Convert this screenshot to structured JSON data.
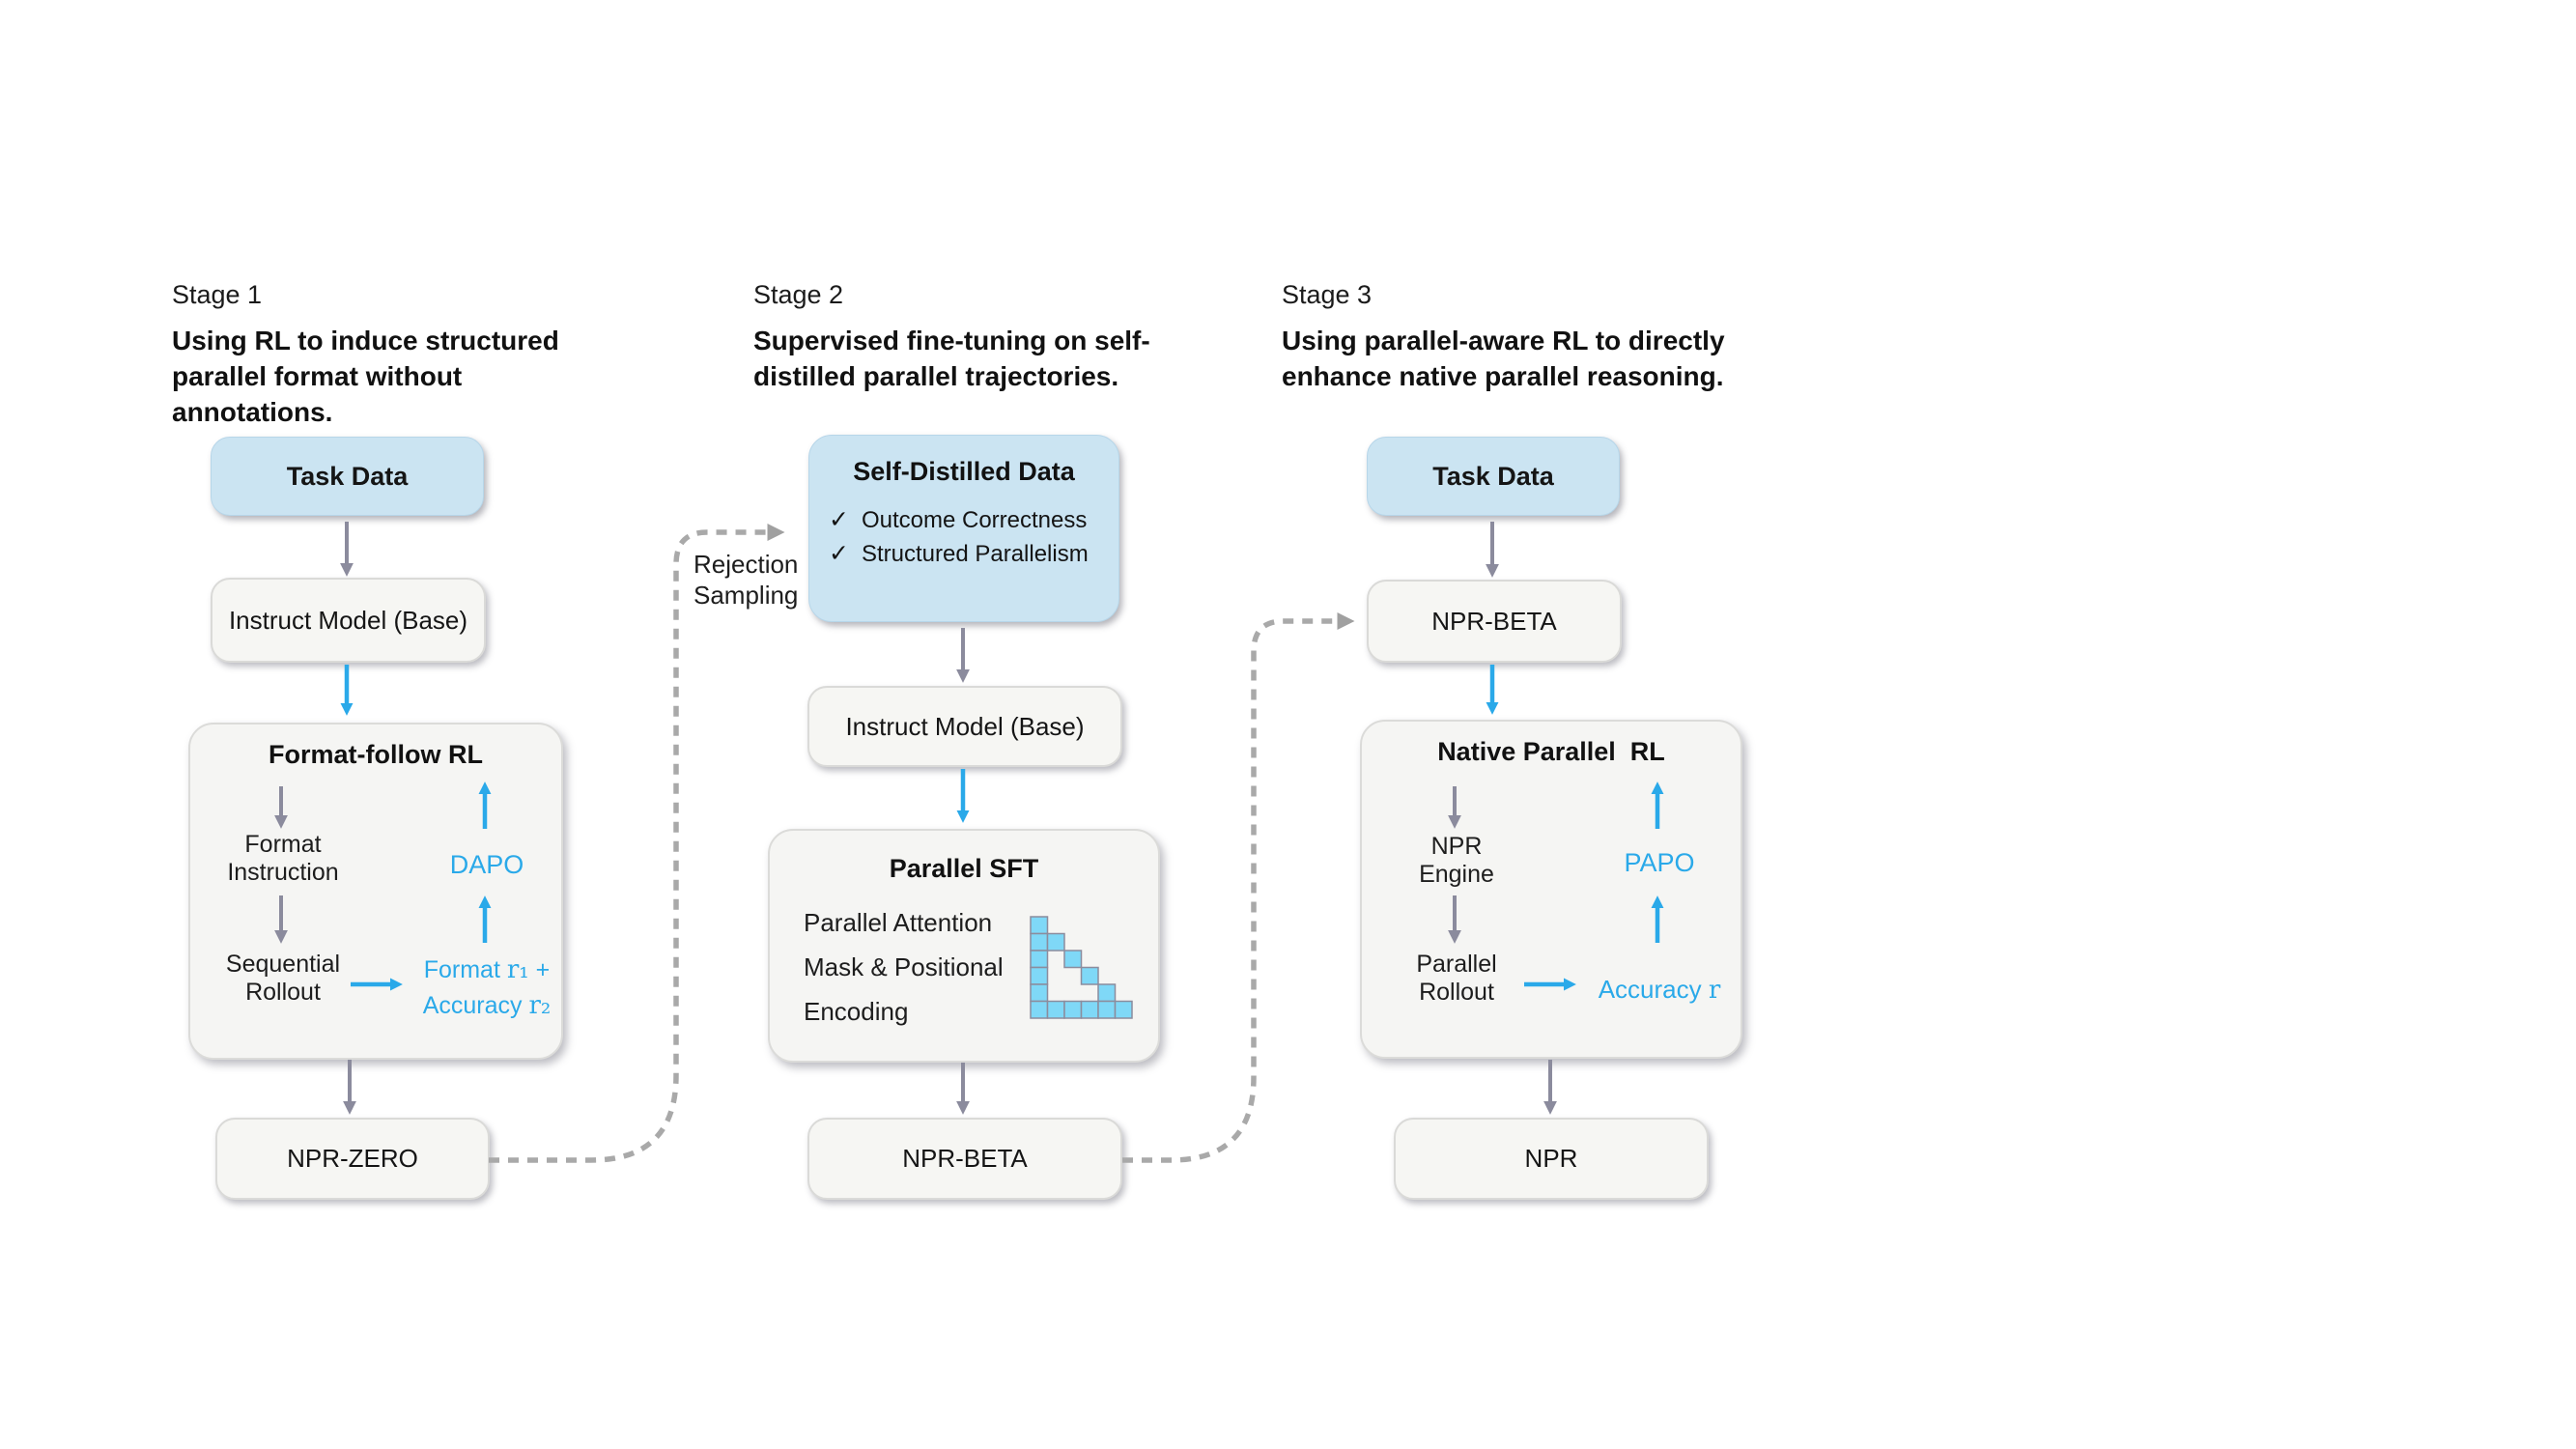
{
  "palette": {
    "accent_blue": "#2aa9e9",
    "light_blue_fill": "#cbe4f2",
    "gray_box_fill": "#f6f6f3",
    "gray_arrow": "#8b8b9d",
    "dashed_line": "#a9a9a9",
    "mask_cell_fill": "#7fd8f7"
  },
  "stage1": {
    "label": "Stage 1",
    "desc": "Using RL to induce structured parallel format without annotations.",
    "task_data": "Task Data",
    "instruct_model": "Instruct Model (Base)",
    "rl_box": {
      "title": "Format-follow RL",
      "step1": "Format Instruction",
      "step2": "Sequential Rollout",
      "algo": "DAPO",
      "reward_line1_text": "Format ",
      "reward_line1_math": "r₁",
      "reward_line1_tail": " +",
      "reward_line2_text": "Accuracy ",
      "reward_line2_math": "r₂"
    },
    "output": "NPR-ZERO"
  },
  "stage2": {
    "label": "Stage 2",
    "desc": "Supervised fine-tuning on self-distilled parallel trajectories.",
    "rejection_sampling": "Rejection Sampling",
    "data_box": {
      "title": "Self-Distilled Data",
      "check_glyph": "✓",
      "check1": "Outcome Correctness",
      "check2": "Structured Parallelism"
    },
    "instruct_model": "Instruct Model (Base)",
    "sft_box": {
      "title": "Parallel SFT",
      "lines": [
        "Parallel Attention",
        "Mask & Positional",
        "Encoding"
      ]
    },
    "output": "NPR-BETA"
  },
  "stage3": {
    "label": "Stage 3",
    "desc": "Using parallel-aware RL to directly enhance native parallel reasoning.",
    "task_data": "Task Data",
    "input_model": "NPR-BETA",
    "rl_box": {
      "title": "Native Parallel  RL",
      "step1": "NPR Engine",
      "step2": "Parallel Rollout",
      "algo": "PAPO",
      "reward_text": "Accuracy ",
      "reward_math": "r"
    },
    "output": "NPR"
  }
}
